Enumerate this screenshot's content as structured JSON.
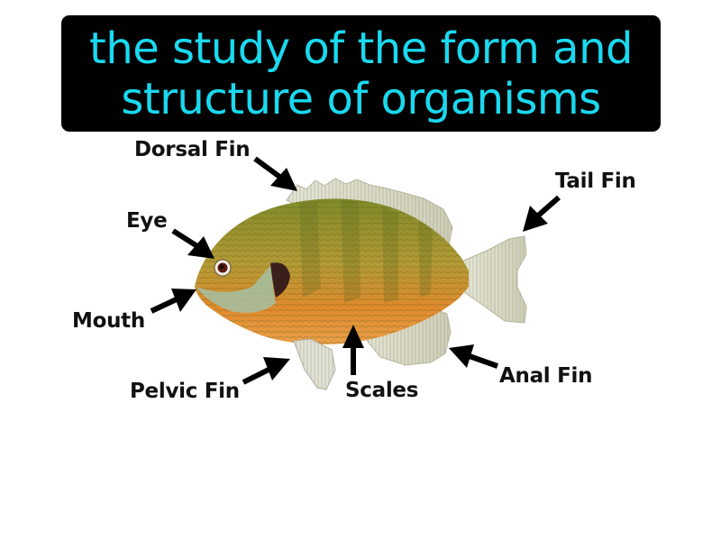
{
  "definition": {
    "line1": "the study of the form and",
    "line2": "structure of organisms",
    "text_color": "#1ad9ef",
    "background": "#000000"
  },
  "labels": {
    "dorsal_fin": "Dorsal Fin",
    "eye": "Eye",
    "mouth": "Mouth",
    "pelvic_fin": "Pelvic Fin",
    "scales": "Scales",
    "anal_fin": "Anal Fin",
    "tail_fin": "Tail Fin"
  },
  "illustration": {
    "subject": "bluegill-sunfish",
    "colors": {
      "body_olive": "#8f9a2e",
      "body_gold": "#c9a43a",
      "belly_orange": "#e8892a",
      "fin_pale": "#dcdcc8",
      "gill_blue": "#9fc7b4"
    }
  }
}
